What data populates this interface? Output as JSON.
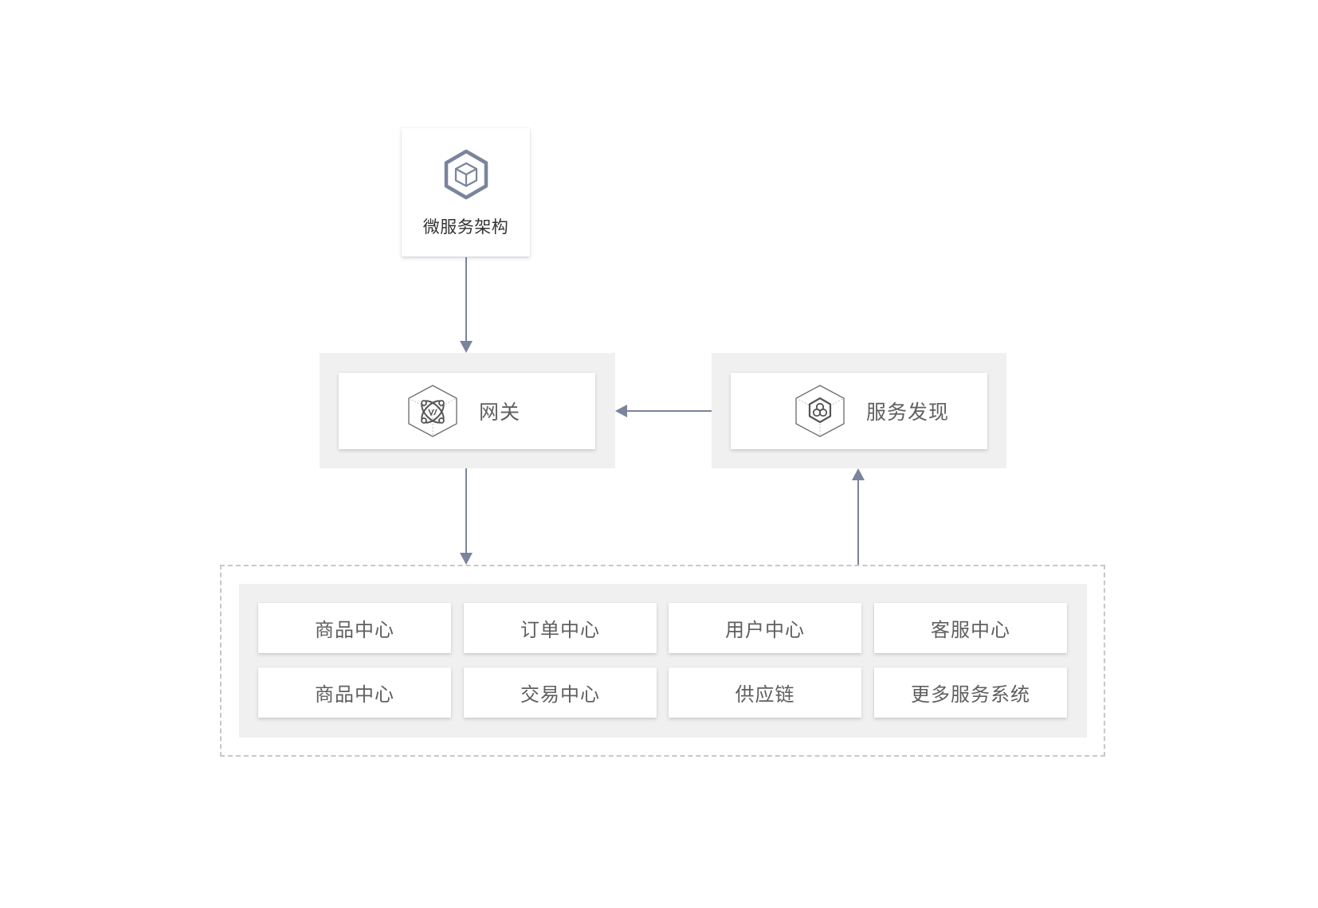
{
  "diagram": {
    "top_node": {
      "label": "微服务架构",
      "icon": "cube-hexagon-icon"
    },
    "gateway": {
      "label": "网关",
      "icon": "gateway-network-icon"
    },
    "discovery": {
      "label": "服务发现",
      "icon": "service-discovery-icon"
    },
    "services": [
      {
        "label": "商品中心"
      },
      {
        "label": "订单中心"
      },
      {
        "label": "用户中心"
      },
      {
        "label": "客服中心"
      },
      {
        "label": "商品中心"
      },
      {
        "label": "交易中心"
      },
      {
        "label": "供应链"
      },
      {
        "label": "更多服务系统"
      }
    ]
  },
  "colors": {
    "arrow": "#7a849c",
    "icon": "#7a849c",
    "panel": "#f0f0f0",
    "text": "#5f5f5f",
    "dashed_border": "#c8c8c8"
  }
}
